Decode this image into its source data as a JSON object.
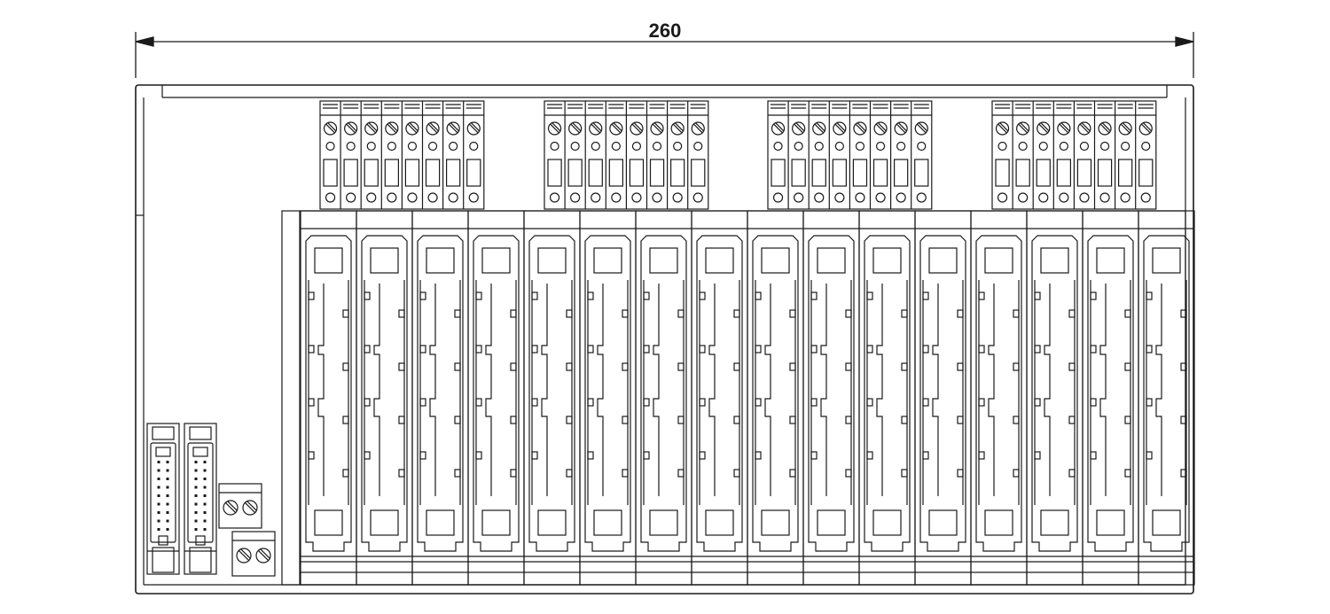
{
  "dimension": {
    "width_label": "260"
  },
  "terminal_groups": 4,
  "terminals_per_group": 8,
  "relay_modules": 16,
  "flat_connectors": 2,
  "power_terminals": 2,
  "colors": {
    "line": "#1a1a1a",
    "background": "#ffffff",
    "fill_light": "#f4f4f4"
  }
}
